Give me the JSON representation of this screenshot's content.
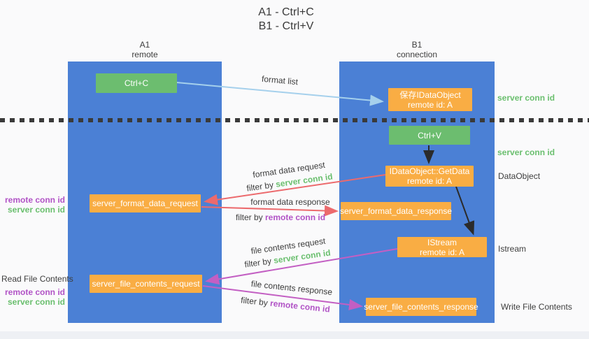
{
  "title": {
    "line1": "A1 - Ctrl+C",
    "line2": "B1 - Ctrl+V"
  },
  "lane_a": {
    "id": "A1",
    "role": "remote"
  },
  "lane_b": {
    "id": "B1",
    "role": "connection"
  },
  "boxes": {
    "ctrl_c": "Ctrl+C",
    "ctrl_v": "Ctrl+V",
    "save_dataobject": {
      "line1": "保存IDataObject",
      "line2": "remote id: A"
    },
    "getdata": {
      "line1": "IDataObject::GetData",
      "line2": "remote id: A"
    },
    "istream": {
      "line1": "IStream",
      "line2": "remote id: A"
    },
    "server_format_data_request": "server_format_data_request",
    "server_format_data_response": "server_format_data_response",
    "server_file_contents_request": "server_file_contents_request",
    "server_file_contents_response": "server_file_contents_response"
  },
  "flow_labels": {
    "format_list": "format list",
    "format_data_request": "format data request",
    "format_data_response": "format data response",
    "file_contents_request": "file contents request",
    "file_contents_response": "file contents response",
    "filter_by": "filter by",
    "server_conn_id": "server conn id",
    "remote_conn_id": "remote conn id"
  },
  "side_labels": {
    "server_conn_id_top": "server conn id",
    "server_conn_id_mid": "server conn id",
    "dataobject": "DataObject",
    "istream": "Istream",
    "write_file_contents": "Write File Contents",
    "read_file_contents": "Read File Contents",
    "remote_conn_id_1": "remote conn id",
    "server_conn_id_1": "server conn id",
    "remote_conn_id_2": "remote conn id",
    "server_conn_id_2": "server conn id"
  },
  "colors": {
    "lane_blue": "#4b80d5",
    "box_green": "#6cbd6f",
    "box_orange": "#f9ad44",
    "arrow_blue": "#a5d0ec",
    "arrow_salmon": "#ec6a6d",
    "arrow_magenta": "#c35fc3",
    "arrow_black": "#2b2b2b",
    "dotted_line": "#3a3a3a",
    "text_green": "#6abf6e",
    "text_purple": "#b153c6"
  }
}
